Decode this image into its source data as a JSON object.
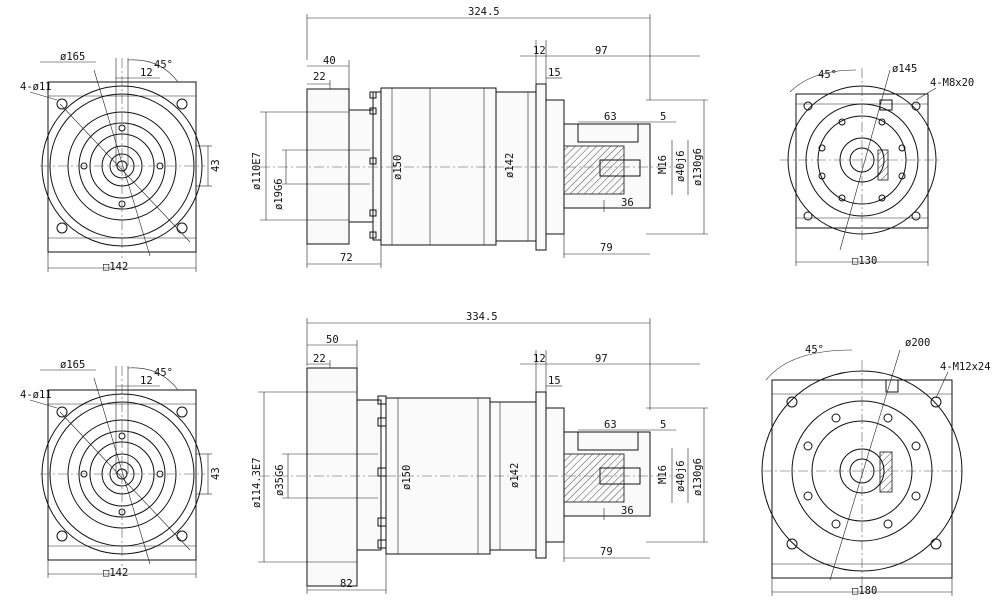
{
  "top": {
    "front": {
      "holes_label": "4-ø11",
      "pcd_label": "ø165",
      "offset_label": "12",
      "angle_label": "45°",
      "side_label": "43",
      "square_label": "□142"
    },
    "side": {
      "overall_length": "324.5",
      "flange_length": "40",
      "spigot_length": "22",
      "shoulder_length": "12",
      "output_length": "97",
      "collar_length": "15",
      "key_length": "63",
      "key_offset": "5",
      "input_bore": "ø110E7",
      "input_shaft": "ø19G6",
      "body_diameter": "ø150",
      "body_diameter_2": "ø142",
      "thread": "M16",
      "shaft_diameter": "ø40j6",
      "pilot_diameter": "ø130g6",
      "thread_depth": "36",
      "adapter_length": "72",
      "shaft_length": "79"
    },
    "rear": {
      "angle_label": "45°",
      "pcd_label": "ø145",
      "holes_label": "4-M8x20",
      "square_label": "□130"
    }
  },
  "bottom": {
    "front": {
      "holes_label": "4-ø11",
      "pcd_label": "ø165",
      "offset_label": "12",
      "angle_label": "45°",
      "side_label": "43",
      "square_label": "□142"
    },
    "side": {
      "overall_length": "334.5",
      "flange_length": "50",
      "spigot_length": "22",
      "shoulder_length": "12",
      "output_length": "97",
      "collar_length": "15",
      "key_length": "63",
      "key_offset": "5",
      "input_bore": "ø114.3E7",
      "input_shaft": "ø35G6",
      "body_diameter": "ø150",
      "body_diameter_2": "ø142",
      "thread": "M16",
      "shaft_diameter": "ø40j6",
      "pilot_diameter": "ø130g6",
      "thread_depth": "36",
      "adapter_length": "82",
      "shaft_length": "79"
    },
    "rear": {
      "angle_label": "45°",
      "pcd_label": "ø200",
      "holes_label": "4-M12x24",
      "square_label": "□180"
    }
  }
}
